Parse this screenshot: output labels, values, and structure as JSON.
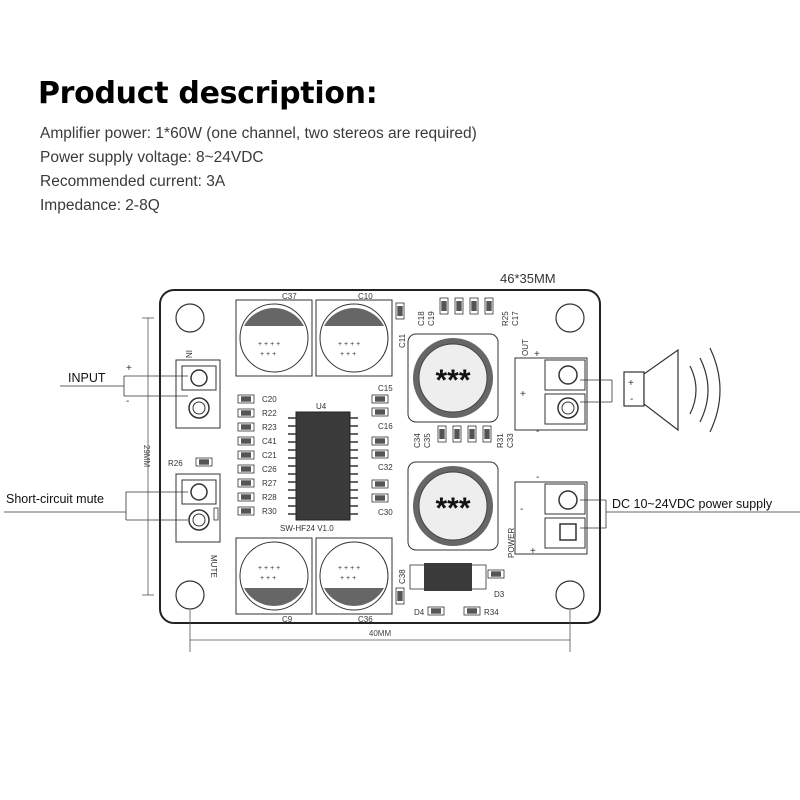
{
  "title": "Product description:",
  "specs": [
    "Amplifier power: 1*60W (one channel, two stereos are required)",
    "Power supply voltage: 8~24VDC",
    "Recommended current: 3A",
    "Impedance: 2-8Q"
  ],
  "diagram": {
    "board_size": "46*35MM",
    "dim_width": "40MM",
    "dim_height": "29MM",
    "input_label": "INPUT",
    "mute_callout": "Short-circuit mute",
    "power_callout": "DC 10~24VDC power supply",
    "out_label": "OUT",
    "power_label": "POWER",
    "mute_label": "MUTE",
    "in_label": "IN",
    "chip_label": "U4",
    "board_name": "SW-HF24 V1.0",
    "inductor_marking": "***",
    "plus": "+",
    "minus": "-",
    "caps": {
      "c37": "C37",
      "c10": "C10",
      "c9": "C9",
      "c36": "C36",
      "c11": "C11",
      "c38": "C38"
    },
    "top_smd": [
      "C18",
      "C19",
      "R25",
      "C17"
    ],
    "mid_smd": [
      "C34",
      "C35",
      "R31",
      "C33"
    ],
    "left_column": [
      "C20",
      "R22",
      "R23",
      "C41",
      "C21",
      "C26",
      "R27",
      "R28",
      "R30"
    ],
    "right_column": {
      "c15": "C15",
      "c16": "C16",
      "c32": "C32",
      "c30": "C30"
    },
    "r26": "R26",
    "d3": "D3",
    "d4": "D4",
    "r34": "R34"
  }
}
